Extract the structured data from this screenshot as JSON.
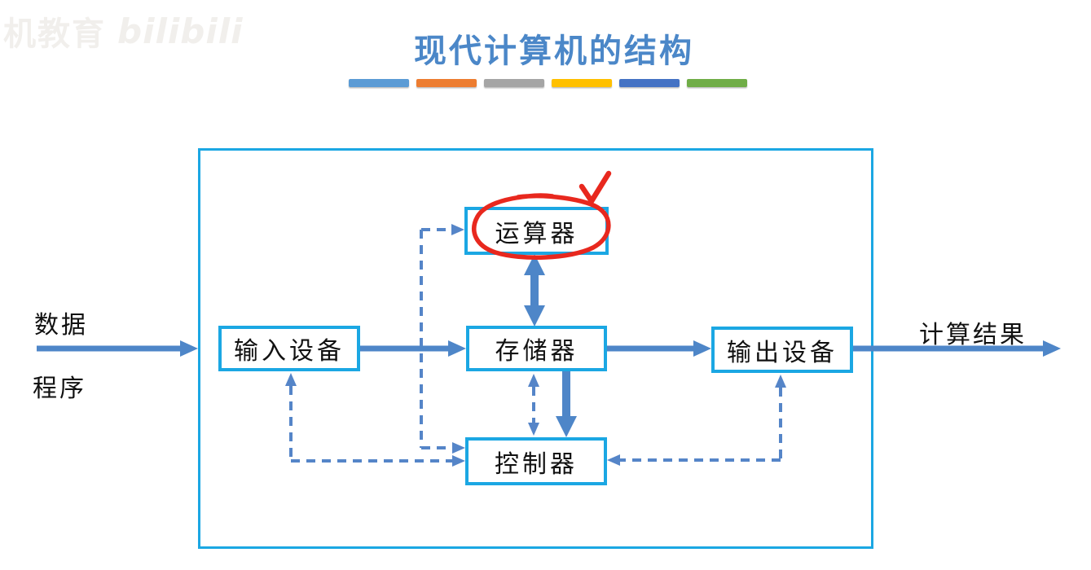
{
  "watermark": {
    "brand_cn": "机教育",
    "brand_logo": "bilibili"
  },
  "title": {
    "text": "现代计算机的结构",
    "color": "#4B87C8"
  },
  "divider_bars": [
    "#5B9BD5",
    "#ED7D31",
    "#A5A5A5",
    "#FFC000",
    "#4472C4",
    "#70AD47"
  ],
  "diagram": {
    "nodes": {
      "alu": "运算器",
      "memory": "存储器",
      "controller": "控制器",
      "input": "输入设备",
      "output": "输出设备"
    },
    "labels": {
      "data": "数据",
      "program": "程序",
      "result": "计算结果"
    },
    "annotation": {
      "description": "hand-drawn red circle around ALU box with red checkmark",
      "target": "运算器"
    },
    "colors": {
      "box_border": "#1BA7E3",
      "solid_arrow": "#4E86C8",
      "dashed_arrow": "#5585C8",
      "annotation_red": "#E8281E"
    }
  }
}
